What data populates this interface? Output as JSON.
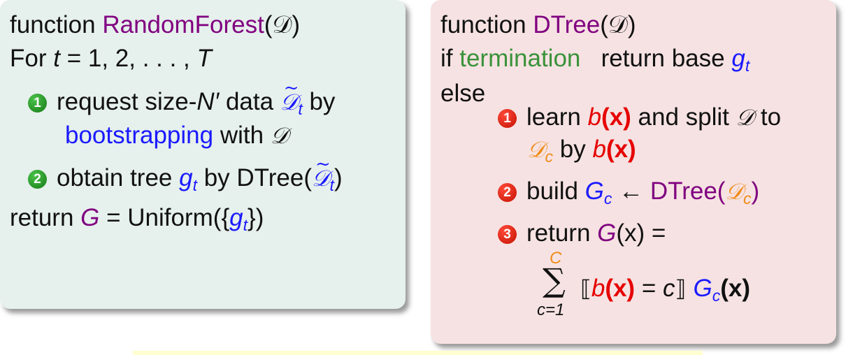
{
  "left": {
    "title_fn": "function",
    "title_name": "RandomForest",
    "title_arg": "(𝒟)",
    "for_kw": "For",
    "for_var": "t",
    "for_range": "= 1, 2, . . . , ",
    "for_T": "T",
    "step1_num": "1",
    "step1_text": "request size-",
    "step1_N": "N′",
    "step1_text2": " data ",
    "step1_D": "𝒟",
    "step1_sub": "t",
    "step1_by": " by",
    "step1b_link": "bootstrapping",
    "step1b_text": " with ",
    "step1b_D": "𝒟",
    "step2_num": "2",
    "step2_text": "obtain tree ",
    "step2_g": "g",
    "step2_sub": "t",
    "step2_by": " by DTree(",
    "step2_D": "𝒟",
    "step2_Dsub": "t",
    "step2_close": ")",
    "ret_kw": "return ",
    "ret_G": "G",
    "ret_eq": " = Uniform({",
    "ret_g": "g",
    "ret_sub": "t",
    "ret_close": "})"
  },
  "right": {
    "title_fn": "function",
    "title_name": "DTree",
    "title_arg": "(𝒟)",
    "if_kw": "if",
    "termination": "termination",
    "ret_base": "return base ",
    "ret_g": "g",
    "ret_sub": "t",
    "else_kw": "else",
    "s1_num": "1",
    "s1_learn": "learn ",
    "s1_b": "b",
    "s1_x": "(x)",
    "s1_split": " and split ",
    "s1_D": "𝒟",
    "s1_to": " to",
    "s1b_D": "𝒟",
    "s1b_sub": "c",
    "s1b_by": " by ",
    "s1b_b": "b",
    "s1b_x": "(x)",
    "s2_num": "2",
    "s2_build": "build ",
    "s2_G": "G",
    "s2_sub": "c",
    "s2_arrow": " ← ",
    "s2_dtree": "DTree(",
    "s2_D": "𝒟",
    "s2_Dsub": "c",
    "s2_close": ")",
    "s3_num": "3",
    "s3_ret": "return ",
    "s3_G": "G",
    "s3_x": "(x) =",
    "sum_top": "C",
    "sum_sigma": "∑",
    "sum_bottom": "c=1",
    "br_open": "⟦",
    "br_b": "b",
    "br_x": "(x)",
    "br_eq": " = ",
    "br_c": "c",
    "br_close": "⟧ ",
    "br_G": "G",
    "br_Gsub": "c",
    "br_Gx": "(x)"
  },
  "colors": {
    "purple": "#800080",
    "blue": "#1a1aff",
    "green": "#3a923a",
    "red": "#e60000",
    "orange": "#f08c1a",
    "left_bg": "#e6f0ec",
    "right_bg": "#f6e2e2"
  }
}
